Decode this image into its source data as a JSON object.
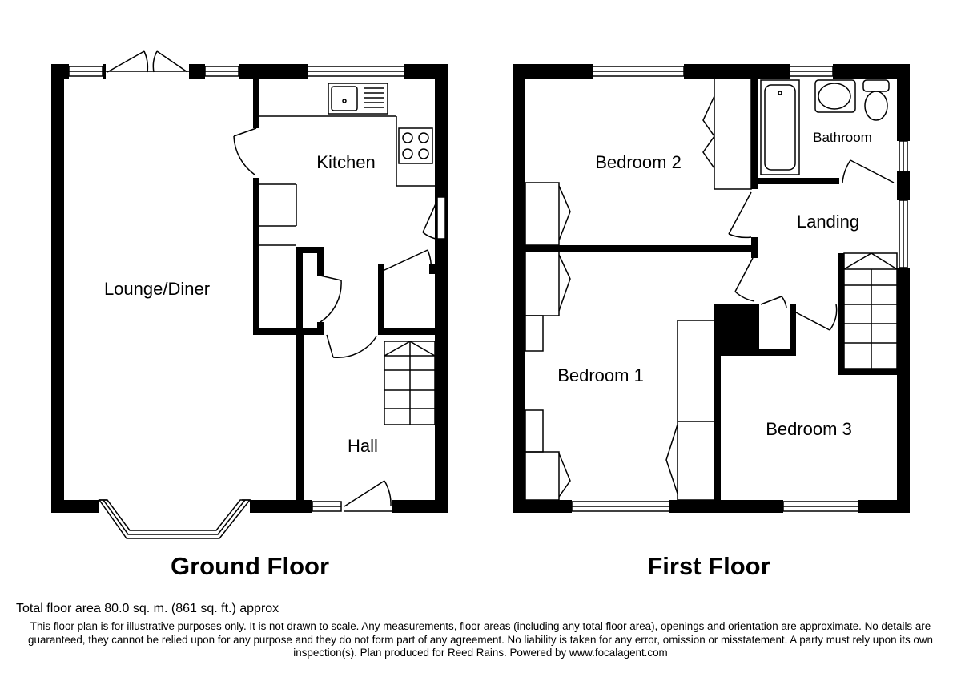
{
  "ground_floor": {
    "title": "Ground Floor",
    "rooms": {
      "lounge_diner": "Lounge/Diner",
      "kitchen": "Kitchen",
      "hall": "Hall"
    }
  },
  "first_floor": {
    "title": "First Floor",
    "rooms": {
      "bedroom_2": "Bedroom 2",
      "bathroom": "Bathroom",
      "landing": "Landing",
      "bedroom_1": "Bedroom 1",
      "bedroom_3": "Bedroom 3"
    }
  },
  "footer": {
    "total_area": "Total floor area 80.0 sq. m. (861 sq. ft.) approx",
    "disclaimer": "This floor plan is for illustrative purposes only. It is not drawn to scale. Any measurements, floor areas (including any total floor area), openings and orientation are approximate. No details are guaranteed, they cannot be relied upon for any purpose and they do not form part of any agreement. No liability is taken for any error, omission or misstatement. A party must rely upon its own inspection(s). Plan produced for Reed Rains. Powered by www.focalagent.com"
  },
  "colors": {
    "wall": "#000000",
    "background": "#ffffff"
  }
}
